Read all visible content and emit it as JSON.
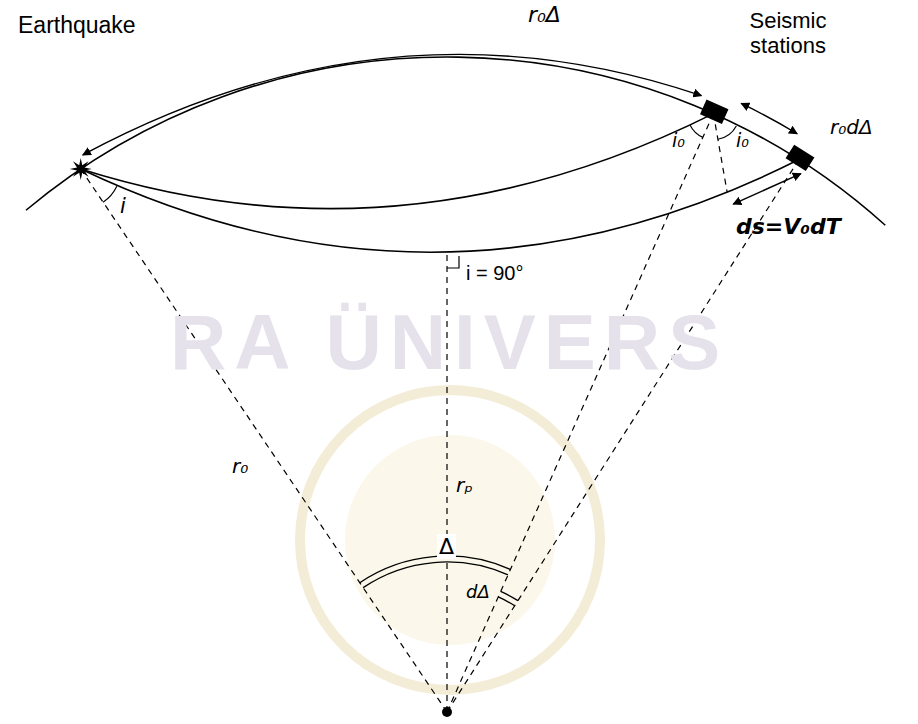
{
  "diagram": {
    "labels": [
      "r₀Δ",
      "Earthquake",
      "Seismic stations",
      "r₀dΔ",
      "i₀",
      "i₀",
      "i",
      "ds=V₀dT",
      "i = 90°",
      "r₀",
      "rₚ",
      "Δ",
      "dΔ",
      "RA ÜNIVERS"
    ]
  }
}
